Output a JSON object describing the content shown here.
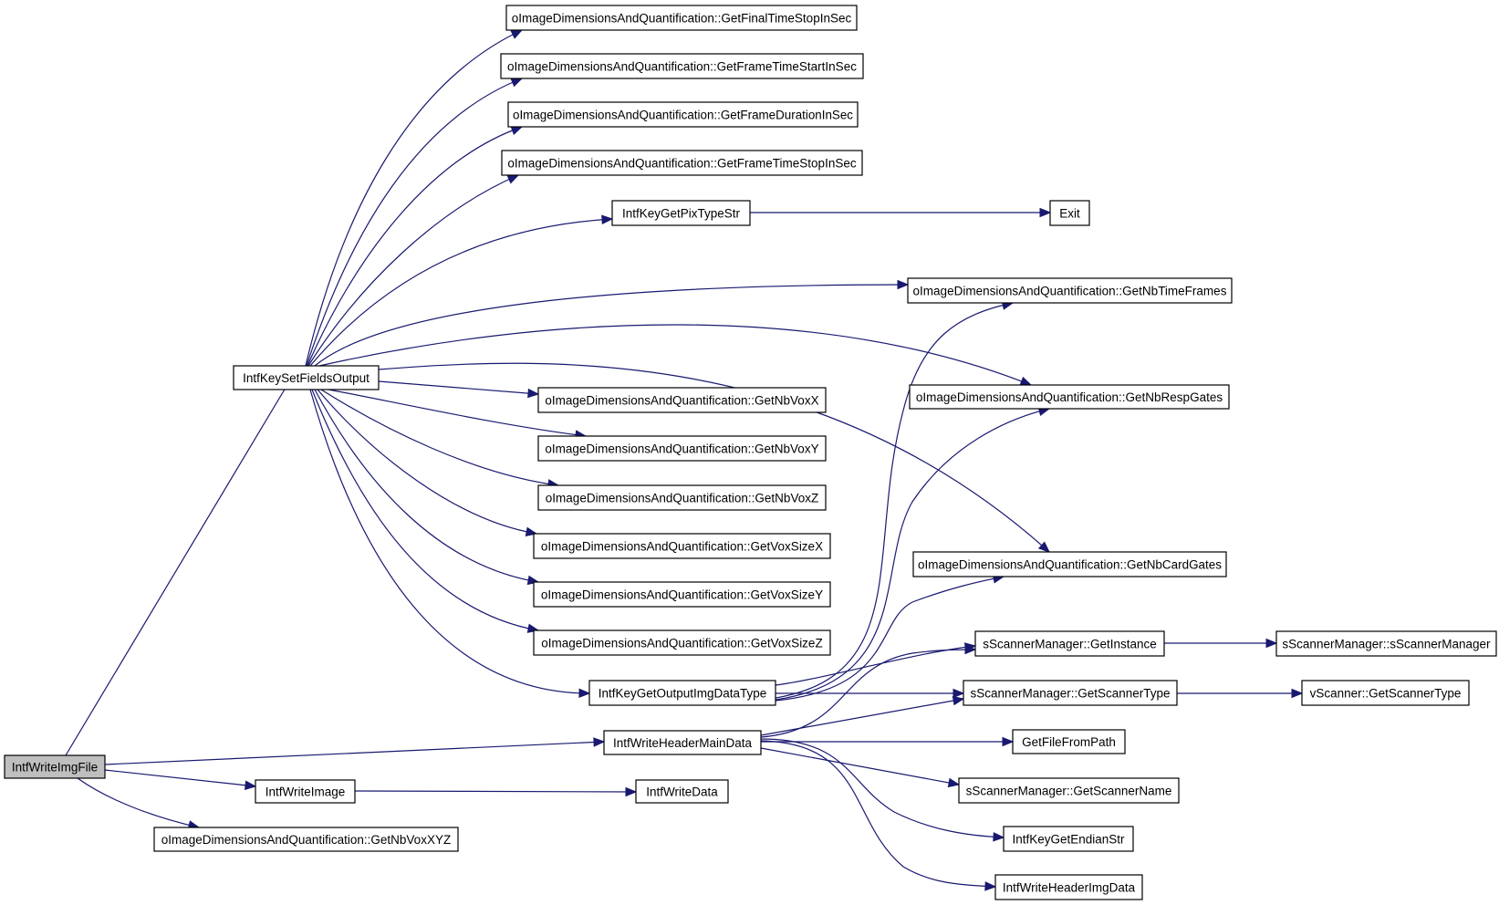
{
  "graph": {
    "nodes": [
      {
        "id": "root",
        "label": "IntfWriteImgFile",
        "root": true
      },
      {
        "id": "ksfo",
        "label": "IntfKeySetFieldsOutput"
      },
      {
        "id": "wimg",
        "label": "IntfWriteImage"
      },
      {
        "id": "nbxyz",
        "label": "oImageDimensionsAndQuantification::GetNbVoxXYZ"
      },
      {
        "id": "whmd",
        "label": "IntfWriteHeaderMainData"
      },
      {
        "id": "wdata",
        "label": "IntfWriteData"
      },
      {
        "id": "ftstop",
        "label": "oImageDimensionsAndQuantification::GetFinalTimeStopInSec"
      },
      {
        "id": "frstart",
        "label": "oImageDimensionsAndQuantification::GetFrameTimeStartInSec"
      },
      {
        "id": "frdur",
        "label": "oImageDimensionsAndQuantification::GetFrameDurationInSec"
      },
      {
        "id": "frstop",
        "label": "oImageDimensionsAndQuantification::GetFrameTimeStopInSec"
      },
      {
        "id": "pixstr",
        "label": "IntfKeyGetPixTypeStr"
      },
      {
        "id": "exit",
        "label": "Exit"
      },
      {
        "id": "nbtf",
        "label": "oImageDimensionsAndQuantification::GetNbTimeFrames"
      },
      {
        "id": "nbrg",
        "label": "oImageDimensionsAndQuantification::GetNbRespGates"
      },
      {
        "id": "nbcg",
        "label": "oImageDimensionsAndQuantification::GetNbCardGates"
      },
      {
        "id": "vx",
        "label": "oImageDimensionsAndQuantification::GetNbVoxX"
      },
      {
        "id": "vy",
        "label": "oImageDimensionsAndQuantification::GetNbVoxY"
      },
      {
        "id": "vz",
        "label": "oImageDimensionsAndQuantification::GetNbVoxZ"
      },
      {
        "id": "vsx",
        "label": "oImageDimensionsAndQuantification::GetVoxSizeX"
      },
      {
        "id": "vsy",
        "label": "oImageDimensionsAndQuantification::GetVoxSizeY"
      },
      {
        "id": "vsz",
        "label": "oImageDimensionsAndQuantification::GetVoxSizeZ"
      },
      {
        "id": "oidt",
        "label": "IntfKeyGetOutputImgDataType"
      },
      {
        "id": "sminst",
        "label": "sScannerManager::GetInstance"
      },
      {
        "id": "smctor",
        "label": "sScannerManager::sScannerManager"
      },
      {
        "id": "smtype",
        "label": "sScannerManager::GetScannerType"
      },
      {
        "id": "vstype",
        "label": "vScanner::GetScannerType"
      },
      {
        "id": "ffp",
        "label": "GetFileFromPath"
      },
      {
        "id": "smname",
        "label": "sScannerManager::GetScannerName"
      },
      {
        "id": "endian",
        "label": "IntfKeyGetEndianStr"
      },
      {
        "id": "whid",
        "label": "IntfWriteHeaderImgData"
      }
    ],
    "edges": [
      {
        "from": "root",
        "to": "ksfo"
      },
      {
        "from": "root",
        "to": "whmd"
      },
      {
        "from": "root",
        "to": "wimg"
      },
      {
        "from": "root",
        "to": "nbxyz"
      },
      {
        "from": "ksfo",
        "to": "ftstop"
      },
      {
        "from": "ksfo",
        "to": "frstart"
      },
      {
        "from": "ksfo",
        "to": "frdur"
      },
      {
        "from": "ksfo",
        "to": "frstop"
      },
      {
        "from": "ksfo",
        "to": "pixstr"
      },
      {
        "from": "ksfo",
        "to": "nbtf"
      },
      {
        "from": "ksfo",
        "to": "nbrg"
      },
      {
        "from": "ksfo",
        "to": "nbcg"
      },
      {
        "from": "ksfo",
        "to": "vx"
      },
      {
        "from": "ksfo",
        "to": "vy"
      },
      {
        "from": "ksfo",
        "to": "vz"
      },
      {
        "from": "ksfo",
        "to": "vsx"
      },
      {
        "from": "ksfo",
        "to": "vsy"
      },
      {
        "from": "ksfo",
        "to": "vsz"
      },
      {
        "from": "ksfo",
        "to": "oidt"
      },
      {
        "from": "pixstr",
        "to": "exit"
      },
      {
        "from": "oidt",
        "to": "nbtf"
      },
      {
        "from": "oidt",
        "to": "nbrg"
      },
      {
        "from": "oidt",
        "to": "nbcg"
      },
      {
        "from": "oidt",
        "to": "sminst"
      },
      {
        "from": "oidt",
        "to": "smtype"
      },
      {
        "from": "whmd",
        "to": "sminst"
      },
      {
        "from": "whmd",
        "to": "smtype"
      },
      {
        "from": "whmd",
        "to": "ffp"
      },
      {
        "from": "whmd",
        "to": "smname"
      },
      {
        "from": "whmd",
        "to": "endian"
      },
      {
        "from": "whmd",
        "to": "whid"
      },
      {
        "from": "wimg",
        "to": "wdata"
      },
      {
        "from": "sminst",
        "to": "smctor"
      },
      {
        "from": "smtype",
        "to": "vstype"
      }
    ]
  }
}
